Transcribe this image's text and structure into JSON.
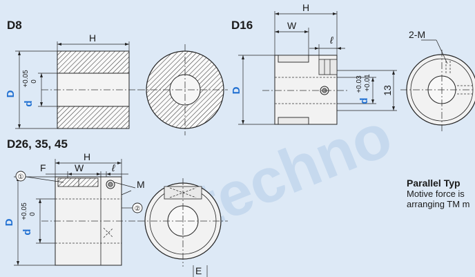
{
  "labels": {
    "d8": "D8",
    "d16": "D16",
    "d26": "D26, 35, 45",
    "H": "H",
    "W": "W",
    "F": "F",
    "M": "M",
    "two_m": "2-M",
    "E": "E",
    "ell": "ℓ",
    "D": "D",
    "d": "d",
    "tol_upper_a": "+0.05",
    "tol_lower_a": "0",
    "tol_upper_b": "+0.03",
    "tol_lower_b": "+0.01",
    "dim13": "13",
    "circ1": "①",
    "circ2": "②",
    "watermark": "techno"
  },
  "para": {
    "heading": "Parallel Typ",
    "line1": "Motive force is",
    "line2": "arranging TM m"
  },
  "colors": {
    "background": "#dde9f6",
    "accent": "#1f6fd1",
    "line": "#222222"
  }
}
